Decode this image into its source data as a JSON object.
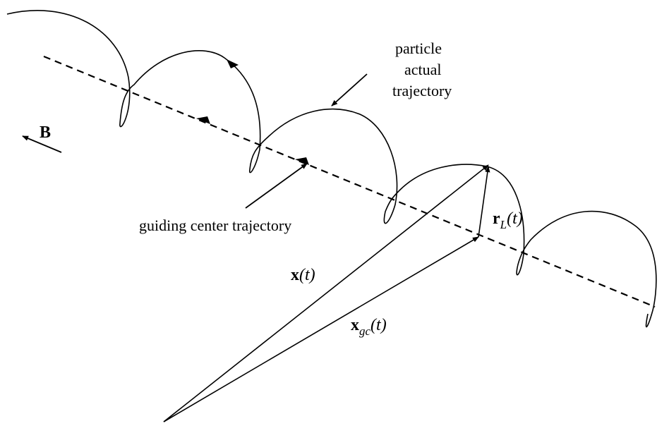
{
  "labels": {
    "field": "B",
    "particle_line1": "particle",
    "particle_line2": "actual",
    "particle_line3": "trajectory",
    "guiding_center": "guiding center trajectory",
    "position_main": "x",
    "position_arg": "(t)",
    "gc_main": "x",
    "gc_sub": "gc",
    "gc_arg": "(t)",
    "larmor_main": "r",
    "larmor_sub": "L",
    "larmor_arg": "(t)"
  }
}
